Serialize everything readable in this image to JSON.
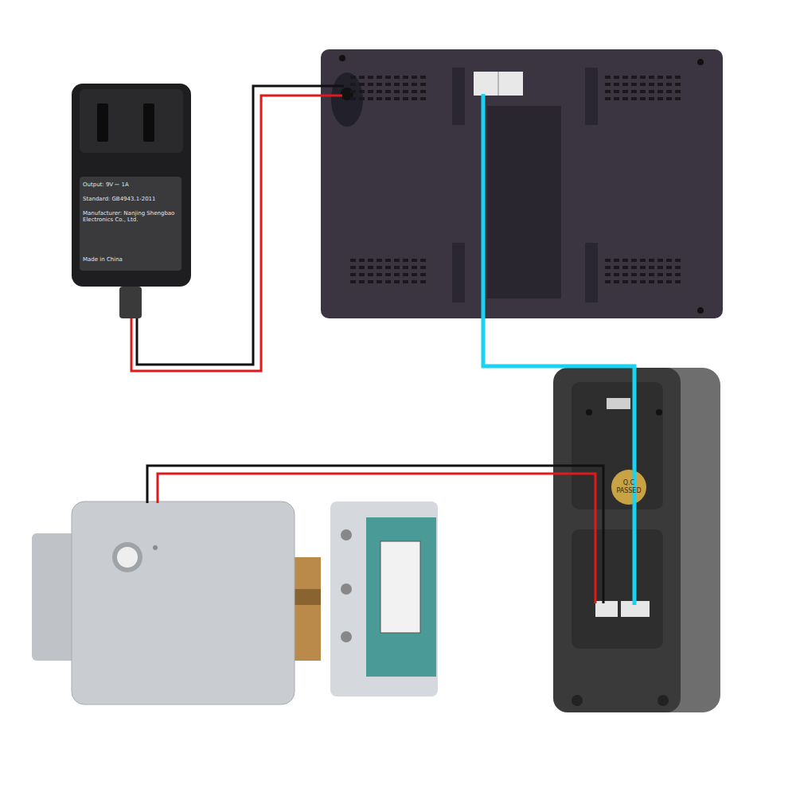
{
  "diagram": {
    "labels": [
      "Output: 9V ⎓ 1A",
      "Standard: GB4943.1-2011",
      "Manufacturer: Nanjing Shengbao Electronics Co., Ltd.",
      "Made in China",
      "Q.C PASSED"
    ]
  }
}
